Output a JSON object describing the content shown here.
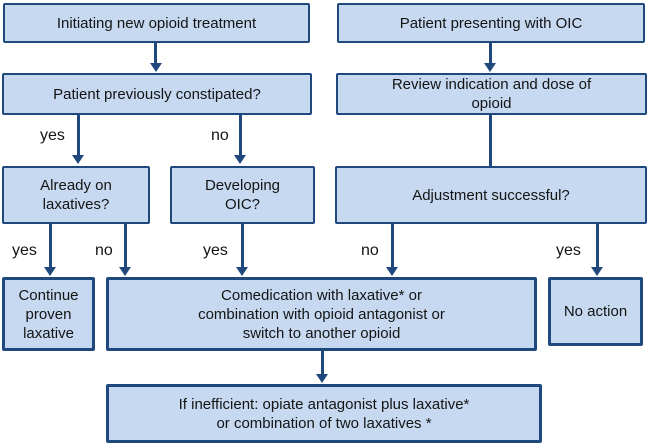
{
  "colors": {
    "box_fill": "#C6D9F1",
    "box_border": "#1F497D",
    "connector": "#1F497D",
    "text": "#141414",
    "background": "#FFFFFF"
  },
  "nodes": {
    "initiating": "Initiating new opioid treatment",
    "presenting": "Patient presenting with OIC",
    "previously_constipated": "Patient previously constipated?",
    "review_indication": "Review indication and dose of\nopioid",
    "already_on_laxatives": "Already on\nlaxatives?",
    "developing_oic": "Developing\nOIC?",
    "adjustment_successful": "Adjustment successful?",
    "continue_laxative": "Continue\nproven\nlaxative",
    "comedication": "Comedication with laxative* or\ncombination with opioid antagonist or\nswitch to another opioid",
    "no_action": "No action",
    "if_inefficient": "If inefficient: opiate antagonist plus laxative*\nor combination of two laxatives *"
  },
  "edge_labels": {
    "constipated_yes": "yes",
    "constipated_no": "no",
    "laxatives_yes": "yes",
    "laxatives_no": "no",
    "developing_yes": "yes",
    "adjustment_no": "no",
    "adjustment_yes": "yes"
  }
}
